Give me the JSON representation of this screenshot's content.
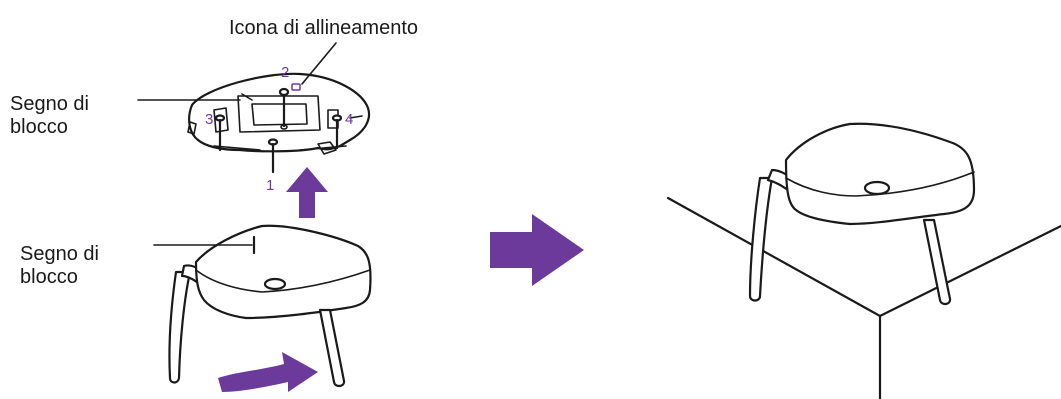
{
  "labels": {
    "alignment_icon": "Icona di allineamento",
    "lock_mark_top_line1": "Segno di",
    "lock_mark_top_line2": "blocco",
    "lock_mark_bottom_line1": "Segno di",
    "lock_mark_bottom_line2": "blocco"
  },
  "screw_numbers": {
    "screw_1": "1",
    "screw_2": "2",
    "screw_3": "3",
    "screw_4": "4"
  },
  "colors": {
    "accent": "#6b3a9a",
    "line": "#1a1a1a",
    "background": "#ffffff"
  },
  "icons": [
    "up-arrow-icon",
    "right-arrow-icon",
    "rotate-arrow-icon",
    "lock-mark-icon"
  ]
}
